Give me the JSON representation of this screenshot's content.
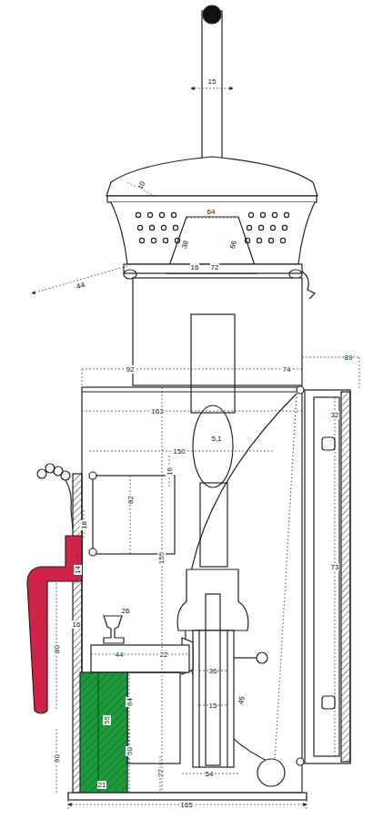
{
  "diagram": {
    "labels": [
      "15",
      "10",
      "64",
      "38",
      "66",
      "44",
      "16",
      "72",
      "92",
      "74",
      "89",
      "163",
      "150",
      "32",
      "5,1",
      "16",
      "82",
      "18",
      "155",
      "73",
      "14",
      "16",
      "80",
      "26",
      "44",
      "22",
      "64",
      "36",
      "15",
      "45",
      "55",
      "60",
      "50",
      "22",
      "54",
      "21",
      "165"
    ]
  }
}
